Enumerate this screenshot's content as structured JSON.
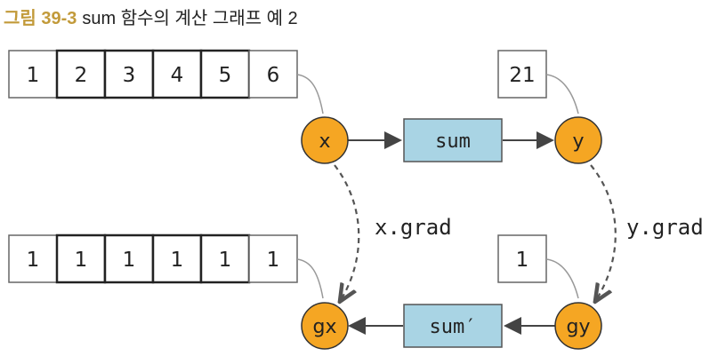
{
  "caption": {
    "figure_label": "그림 39-3",
    "title": "sum 함수의 계산 그래프 예 2"
  },
  "x_array": [
    "1",
    "2",
    "3",
    "4",
    "5",
    "6"
  ],
  "gx_array": [
    "1",
    "1",
    "1",
    "1",
    "1",
    "1"
  ],
  "y_value": "21",
  "gy_value": "1",
  "nodes": {
    "x": "x",
    "y": "y",
    "gx": "gx",
    "gy": "gy"
  },
  "functions": {
    "forward": "sum",
    "backward": "sum′"
  },
  "grad_labels": {
    "x_grad": "x.grad",
    "y_grad": "y.grad"
  },
  "colors": {
    "node_fill": "#f5a623",
    "node_stroke": "#333333",
    "fn_fill": "#a9d4e4",
    "cell_fill": "#ffffff",
    "caption_accent": "#c29a3a"
  }
}
